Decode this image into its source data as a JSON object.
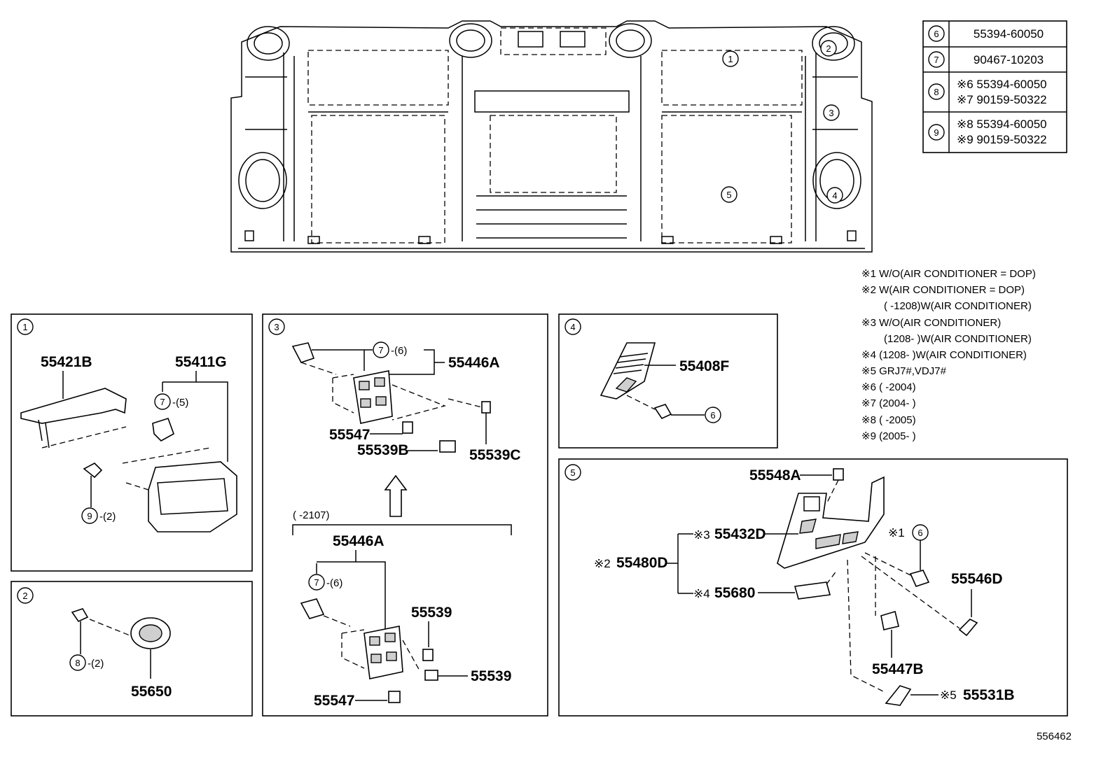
{
  "table": [
    {
      "key": "6",
      "lines": [
        "55394-60050"
      ]
    },
    {
      "key": "7",
      "lines": [
        "90467-10203"
      ]
    },
    {
      "key": "8",
      "lines": [
        "※6 55394-60050",
        "※7 90159-50322"
      ]
    },
    {
      "key": "9",
      "lines": [
        "※8 55394-60050",
        "※9 90159-50322"
      ]
    }
  ],
  "notes": [
    "※1 W/O(AIR CONDITIONER = DOP)",
    "※2 W(AIR CONDITIONER = DOP)",
    "(      -1208)W(AIR CONDITIONER)",
    "※3 W/O(AIR CONDITIONER)",
    "(1208-       )W(AIR CONDITIONER)",
    "※4 (1208-       )W(AIR CONDITIONER)",
    "※5 GRJ7#,VDJ7#",
    "※6 (      -2004)",
    "※7 (2004-      )",
    "※8 (      -2005)",
    "※9 (2005-      )"
  ],
  "overview_markers": [
    "1",
    "2",
    "3",
    "4",
    "5"
  ],
  "panels": {
    "p1": {
      "num": "1",
      "labels": {
        "a": "55421B",
        "b": "55411G",
        "c": "7",
        "c_qty": "-(5)",
        "d": "9",
        "d_qty": "-(2)"
      }
    },
    "p2": {
      "num": "2",
      "labels": {
        "a": "8",
        "a_qty": "-(2)",
        "b": "55650"
      }
    },
    "p3": {
      "num": "3",
      "labels": {
        "a": "7",
        "a_qty": "-(6)",
        "b": "55446A",
        "c": "55547",
        "d": "55539B",
        "e": "55539C",
        "range": "(      -2107)",
        "f": "55446A",
        "g": "7",
        "g_qty": "-(6)",
        "h": "55539",
        "i": "55539",
        "j": "55547"
      }
    },
    "p4": {
      "num": "4",
      "labels": {
        "a": "55408F",
        "b": "6"
      }
    },
    "p5": {
      "num": "5",
      "labels": {
        "a": "55548A",
        "b3": "※3",
        "b": "55432D",
        "c2": "※2",
        "c": "55480D",
        "d4": "※4",
        "d": "55680",
        "e1": "※1",
        "e": "6",
        "f": "55546D",
        "g": "55447B",
        "h5": "※5",
        "h": "55531B"
      }
    }
  },
  "illustration_id": "556462"
}
